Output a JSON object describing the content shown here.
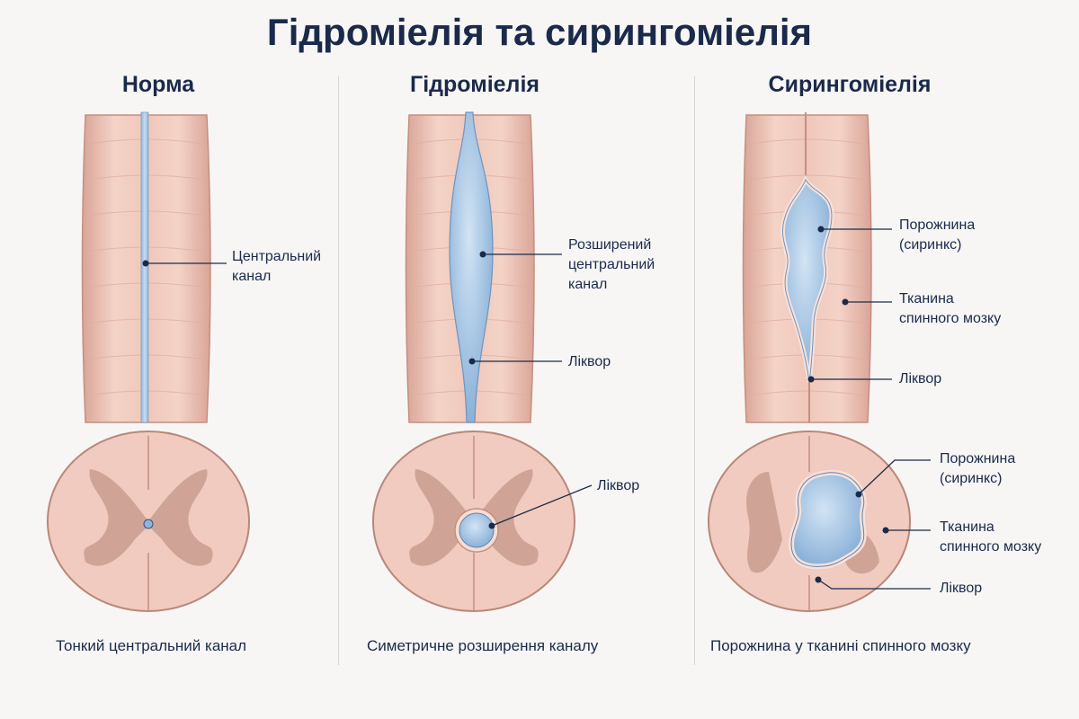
{
  "title": "Гідроміелія та сирингоміелія",
  "columns": [
    {
      "heading": "Норма",
      "labels": [
        "Центральний\nканал"
      ],
      "caption": "Тонкий центральний канал"
    },
    {
      "heading": "Гідроміелія",
      "labels": [
        "Розширений\nцентральний\nканал",
        "Ліквор",
        "Ліквор"
      ],
      "caption": "Симетричне розширення каналу"
    },
    {
      "heading": "Сирингоміелія",
      "labels": [
        "Порожнина\n(сиринкс)",
        "Тканина\nспинного мозку",
        "Ліквор",
        "Порожнина\n(сиринкс)",
        "Тканина\nспинного мозку",
        "Ліквор"
      ],
      "caption": "Порожнина у тканині спинного мозку"
    }
  ],
  "colors": {
    "tissue": "#f1cbbf",
    "tissue_dark": "#d9a597",
    "grey_matter": "#c99e8e",
    "csf": "#8fb6dc",
    "csf_light": "#bcd5ee",
    "leader": "#1b2a4a"
  }
}
